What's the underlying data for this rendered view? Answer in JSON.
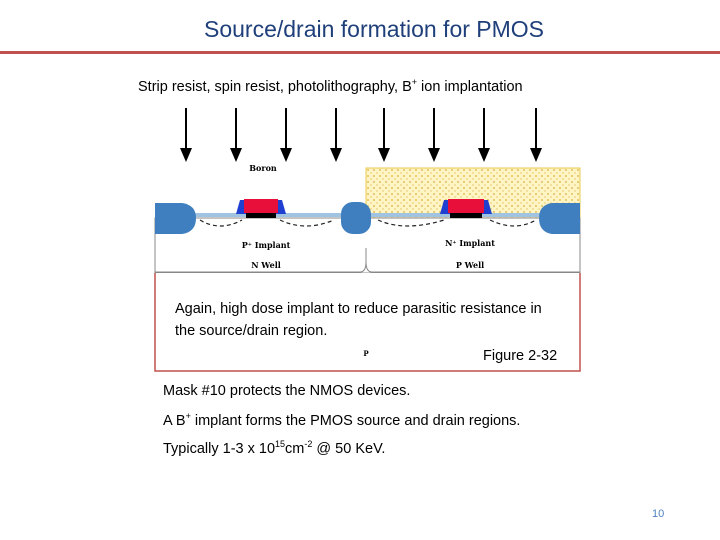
{
  "title": "Source/drain formation for PMOS",
  "subtitle": {
    "before": "Strip resist, spin resist, photolithography, B",
    "sup": "+",
    "after": " ion implantation"
  },
  "diagram": {
    "labels": {
      "boron": "Boron",
      "p_implant": "P⁺ Implant",
      "n_implant": "N⁺ Implant",
      "n_well": "N Well",
      "p_well": "P Well",
      "p": "P"
    },
    "colors": {
      "accent": "#c0504d",
      "field_oxide": "#3f7fbf",
      "gate_poly": "#e8103a",
      "spacer": "#1f3fd0",
      "resist": "#fff2b0"
    }
  },
  "overlay": {
    "text": "Again, high dose implant to reduce parasitic resistance in the source/drain region.",
    "figure": "Figure 2-32"
  },
  "bullets": {
    "b1": "Mask #10 protects the NMOS devices.",
    "b2_pre": "A B",
    "b2_sup": "+",
    "b2_post": " implant forms the PMOS source and drain regions.",
    "b3_pre": "Typically 1-3 x 10",
    "b3_sup1": "15",
    "b3_mid": "cm",
    "b3_sup2": "-2",
    "b3_post": "  @ 50 KeV."
  },
  "page_number": "10"
}
